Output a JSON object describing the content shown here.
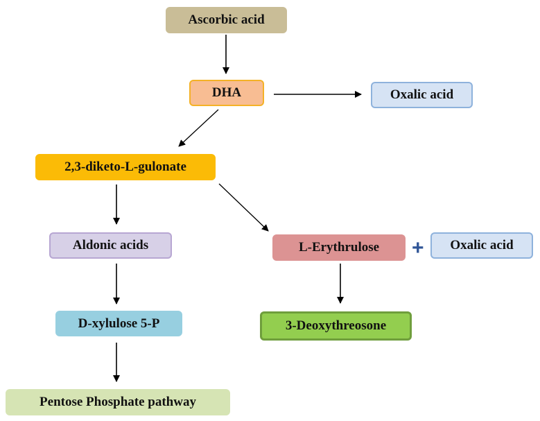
{
  "colors": {
    "ascorbic": "#c9bd97",
    "dha_fill": "#f8bd93",
    "dha_border": "#f4b127",
    "oxalic_fill": "#d6e3f4",
    "oxalic_border": "#8eb2dc",
    "diketo": "#fbbb06",
    "aldonic_fill": "#d7d0e7",
    "aldonic_border": "#b7a6d2",
    "xylulose": "#97cfe0",
    "erythrulose": "#dc9393",
    "deoxy_fill": "#93ce4f",
    "deoxy_border": "#6f9e3c",
    "pentose": "#d6e4b4",
    "plus": "#2f5597",
    "arrow": "#000000"
  },
  "nodes": {
    "ascorbic_acid": "Ascorbic acid",
    "dha": "DHA",
    "oxalic_acid_top": "Oxalic acid",
    "diketo_gulonate": "2,3-diketo-L-gulonate",
    "aldonic_acids": "Aldonic acids",
    "l_erythrulose": "L-Erythrulose",
    "plus_sign": "+",
    "oxalic_acid_right": "Oxalic acid",
    "d_xylulose": "D-xylulose 5-P",
    "deoxythreosone": "3-Deoxythreosone",
    "pentose_pathway": "Pentose Phosphate pathway"
  }
}
